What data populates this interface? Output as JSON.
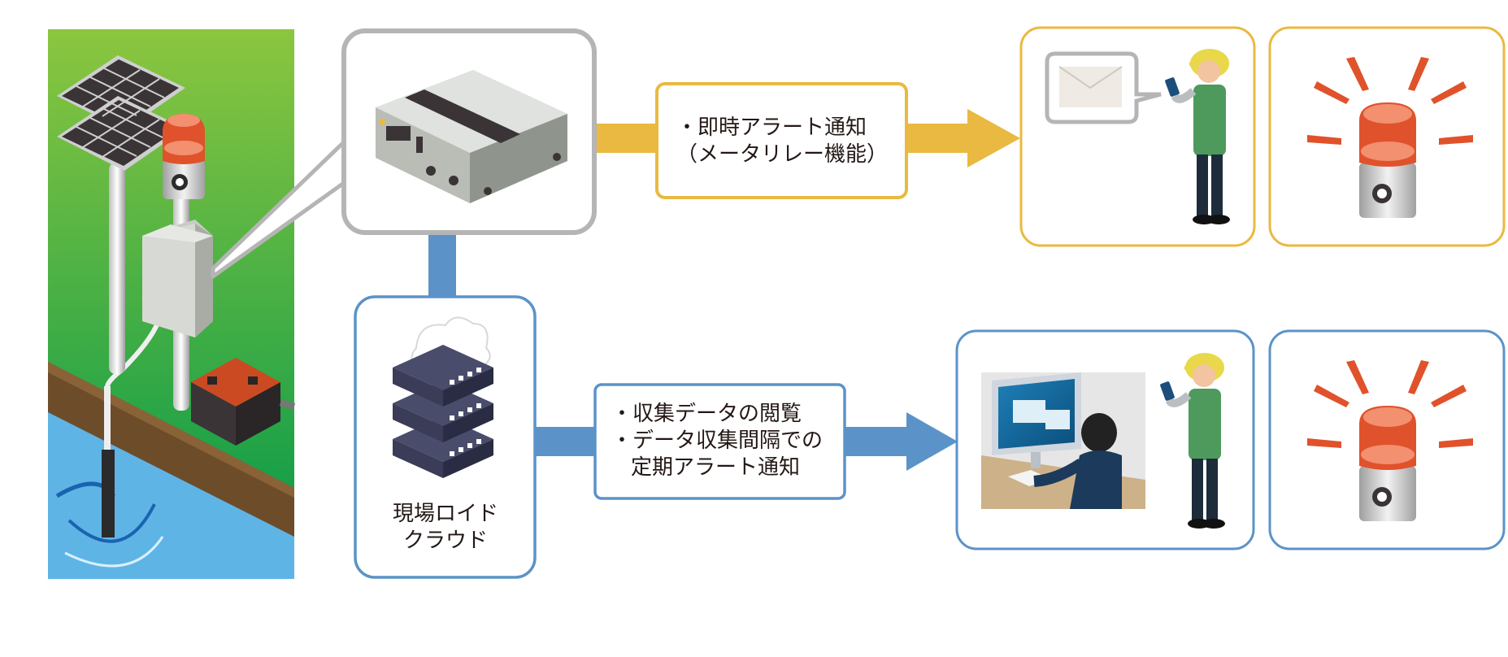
{
  "colors": {
    "yellow": "#e9b941",
    "blue": "#5b93c8",
    "gray_border": "#b5b5b5",
    "alarm_red": "#e0522b",
    "field_green": "#00984a",
    "water_blue": "#5fb4e6",
    "soil_brown": "#6d4c2a"
  },
  "icons": {
    "site": "water-level-sensor-site-illustration",
    "router": "router-device-icon",
    "cloud": "cloud-server-icon",
    "mail": "mail-bubble-icon",
    "worker": "worker-with-smartphone-icon",
    "alarm": "rotating-alarm-light-icon",
    "operator": "operator-at-pc-icon"
  },
  "upper_path": {
    "box_line1": "・即時アラート通知",
    "box_line2": "（メータリレー機能）"
  },
  "lower_path": {
    "box_line1": "・収集データの閲覧",
    "box_line2": "・データ収集間隔での",
    "box_line3": "定期アラート通知"
  },
  "cloud": {
    "label_line1": "現場ロイド",
    "label_line2": "クラウド"
  }
}
